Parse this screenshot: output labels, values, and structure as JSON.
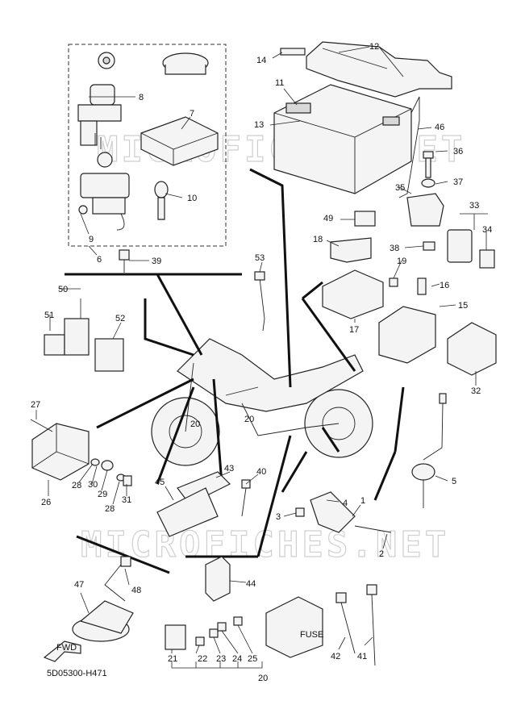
{
  "diagram_code": "5D05300-H471",
  "watermark": "MICROFICHES.NET",
  "fwd_label": "FWD",
  "fuse_label": "FUSE",
  "callouts": [
    "1",
    "2",
    "3",
    "4",
    "5",
    "6",
    "7",
    "8",
    "9",
    "10",
    "11",
    "12",
    "13",
    "14",
    "15",
    "16",
    "17",
    "18",
    "19",
    "20",
    "21",
    "22",
    "23",
    "24",
    "25",
    "26",
    "27",
    "28",
    "29",
    "30",
    "31",
    "32",
    "33",
    "34",
    "35",
    "36",
    "37",
    "38",
    "39",
    "40",
    "41",
    "42",
    "43",
    "44",
    "45",
    "46",
    "47",
    "48",
    "49",
    "50",
    "51",
    "52",
    "53",
    "20",
    "28",
    "20"
  ]
}
